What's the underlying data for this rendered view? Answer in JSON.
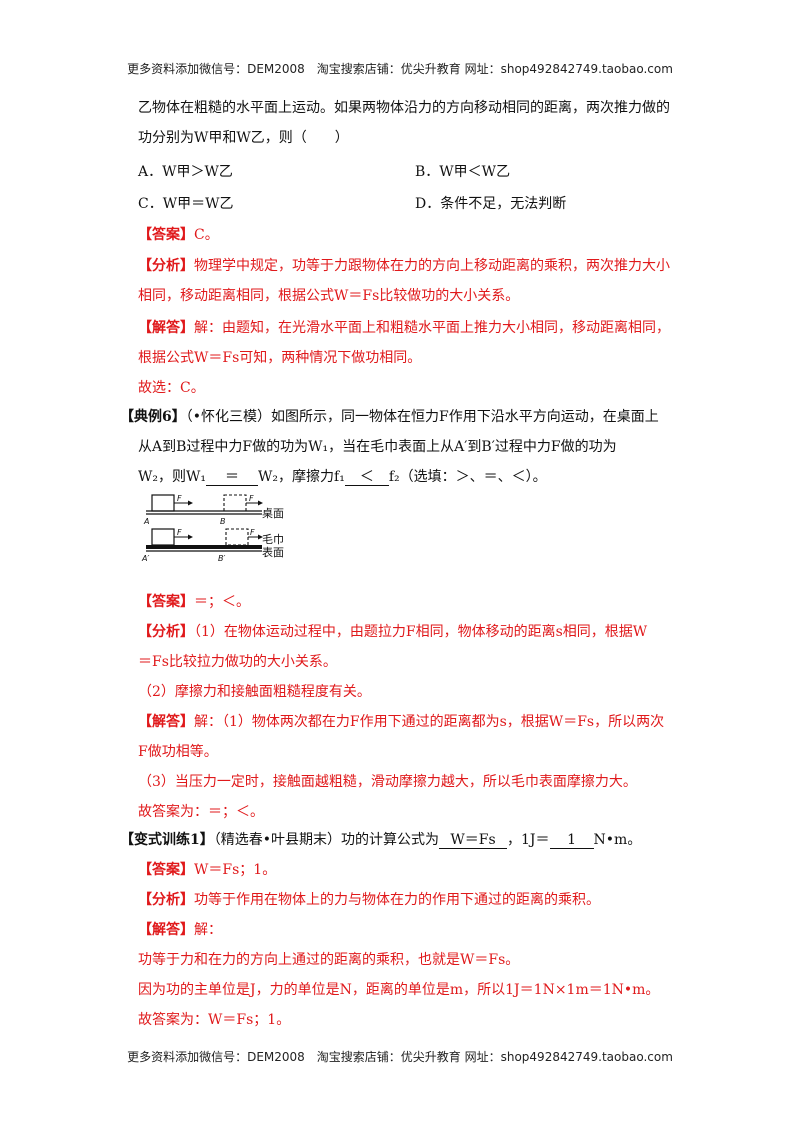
{
  "header": "更多资料添加微信号：DEM2008　淘宝搜索店铺：优尖升教育 网址：shop492842749.taobao.com",
  "footer": "更多资料添加微信号：DEM2008　淘宝搜索店铺：优尖升教育 网址：shop492842749.taobao.com",
  "q5": {
    "line1": "乙物体在粗糙的水平面上运动。如果两物体沿力的方向移动相同的距离，两次推力做的",
    "line2": "功分别为W甲和W乙，则（　　）",
    "optA": "A．W甲＞W乙",
    "optB": "B．W甲＜W乙",
    "optC": "C．W甲＝W乙",
    "optD": "D．条件不足，无法判断",
    "answer_label": "【答案】",
    "answer": "C。",
    "analysis_label": "【分析】",
    "analysis1": "物理学中规定，功等于力跟物体在力的方向上移动距离的乘积，两次推力大小",
    "analysis2": "相同，移动距离相同，根据公式W＝Fs比较做功的大小关系。",
    "solution_label": "【解答】",
    "solution1": "解：由题知，在光滑水平面上和粗糙水平面上推力大小相同，移动距离相同，",
    "solution2": "根据公式W＝Fs可知，两种情况下做功相同。",
    "final": "故选：C。"
  },
  "q6": {
    "label": "【典例6】",
    "line1": "（•怀化三模）如图所示，同一物体在恒力F作用下沿水平方向运动，在桌面上",
    "line2": "从A到B过程中力F做的功为W₁，当在毛巾表面上从A′到B′过程中力F做的功为",
    "line3_a": "W₂，则W₁",
    "blank1": "＝",
    "line3_b": "W₂，摩擦力f₁",
    "blank2": "＜",
    "line3_c": "f₂（选填：＞、＝、＜）。",
    "figure": {
      "F": "F",
      "A": "A",
      "B": "B",
      "A2": "A′",
      "B2": "B′",
      "label_desk": "桌面",
      "label_towel1": "毛巾",
      "label_towel2": "表面"
    },
    "answer_label": "【答案】",
    "answer": "＝；＜。",
    "analysis_label": "【分析】",
    "analysis1": "（1）在物体运动过程中，由题拉力F相同，物体移动的距离s相同，根据W",
    "analysis2": "＝Fs比较拉力做功的大小关系。",
    "analysis3": "（2）摩擦力和接触面粗糙程度有关。",
    "solution_label": "【解答】",
    "solution1": "解：（1）物体两次都在力F作用下通过的距离都为s，根据W＝Fs，所以两次",
    "solution2": "F做功相等。",
    "solution3": "（3）当压力一定时，接触面越粗糙，滑动摩擦力越大，所以毛巾表面摩擦力大。",
    "final": "故答案为：＝；＜。"
  },
  "v1": {
    "label": "【变式训练1】",
    "text_a": "（精选春•叶县期末）功的计算公式为",
    "blank1": "W＝Fs",
    "text_b": "，1J＝",
    "blank2": "1",
    "text_c": "N•m。",
    "answer_label": "【答案】",
    "answer": "W＝Fs；1。",
    "analysis_label": "【分析】",
    "analysis1": "功等于作用在物体上的力与物体在力的作用下通过的距离的乘积。",
    "solution_label": "【解答】",
    "solution1": "解：",
    "solution2": "功等于力和在力的方向上通过的距离的乘积，也就是W＝Fs。",
    "solution3": "因为功的主单位是J，力的单位是N，距离的单位是m，所以1J＝1N×1m＝1N•m。",
    "final": "故答案为：W＝Fs；1。"
  }
}
